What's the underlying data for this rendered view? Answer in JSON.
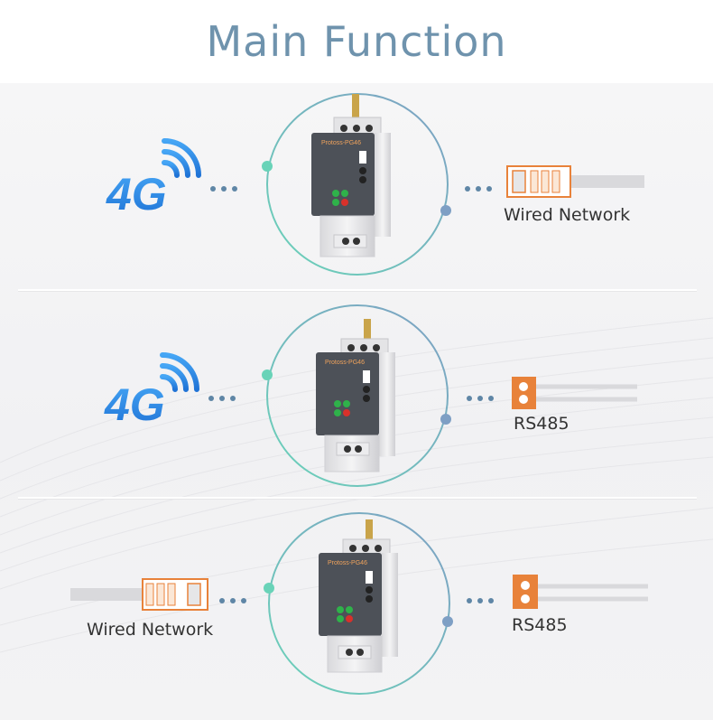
{
  "title": "Main Function",
  "rows": [
    {
      "left": {
        "kind": "4g",
        "text": "4G"
      },
      "right": {
        "kind": "wired",
        "label": "Wired Network"
      }
    },
    {
      "left": {
        "kind": "4g",
        "text": "4G"
      },
      "right": {
        "kind": "rs485",
        "label": "RS485"
      }
    },
    {
      "left": {
        "kind": "wired",
        "label": "Wired Network"
      },
      "right": {
        "kind": "rs485",
        "label": "RS485"
      }
    }
  ],
  "device": {
    "model": "Protoss-PG46"
  },
  "colors": {
    "title": "#6f93ad",
    "accent_4g": "#2f8ee6",
    "connector": "#e8823a",
    "dots": "#5f86a6",
    "ring_teal": "#69d3b8",
    "ring_blue": "#7e9fc4"
  },
  "icons": {
    "signal": "signal-waves-icon",
    "ethernet": "ethernet-plug-icon",
    "terminal": "rs485-terminal-icon"
  }
}
